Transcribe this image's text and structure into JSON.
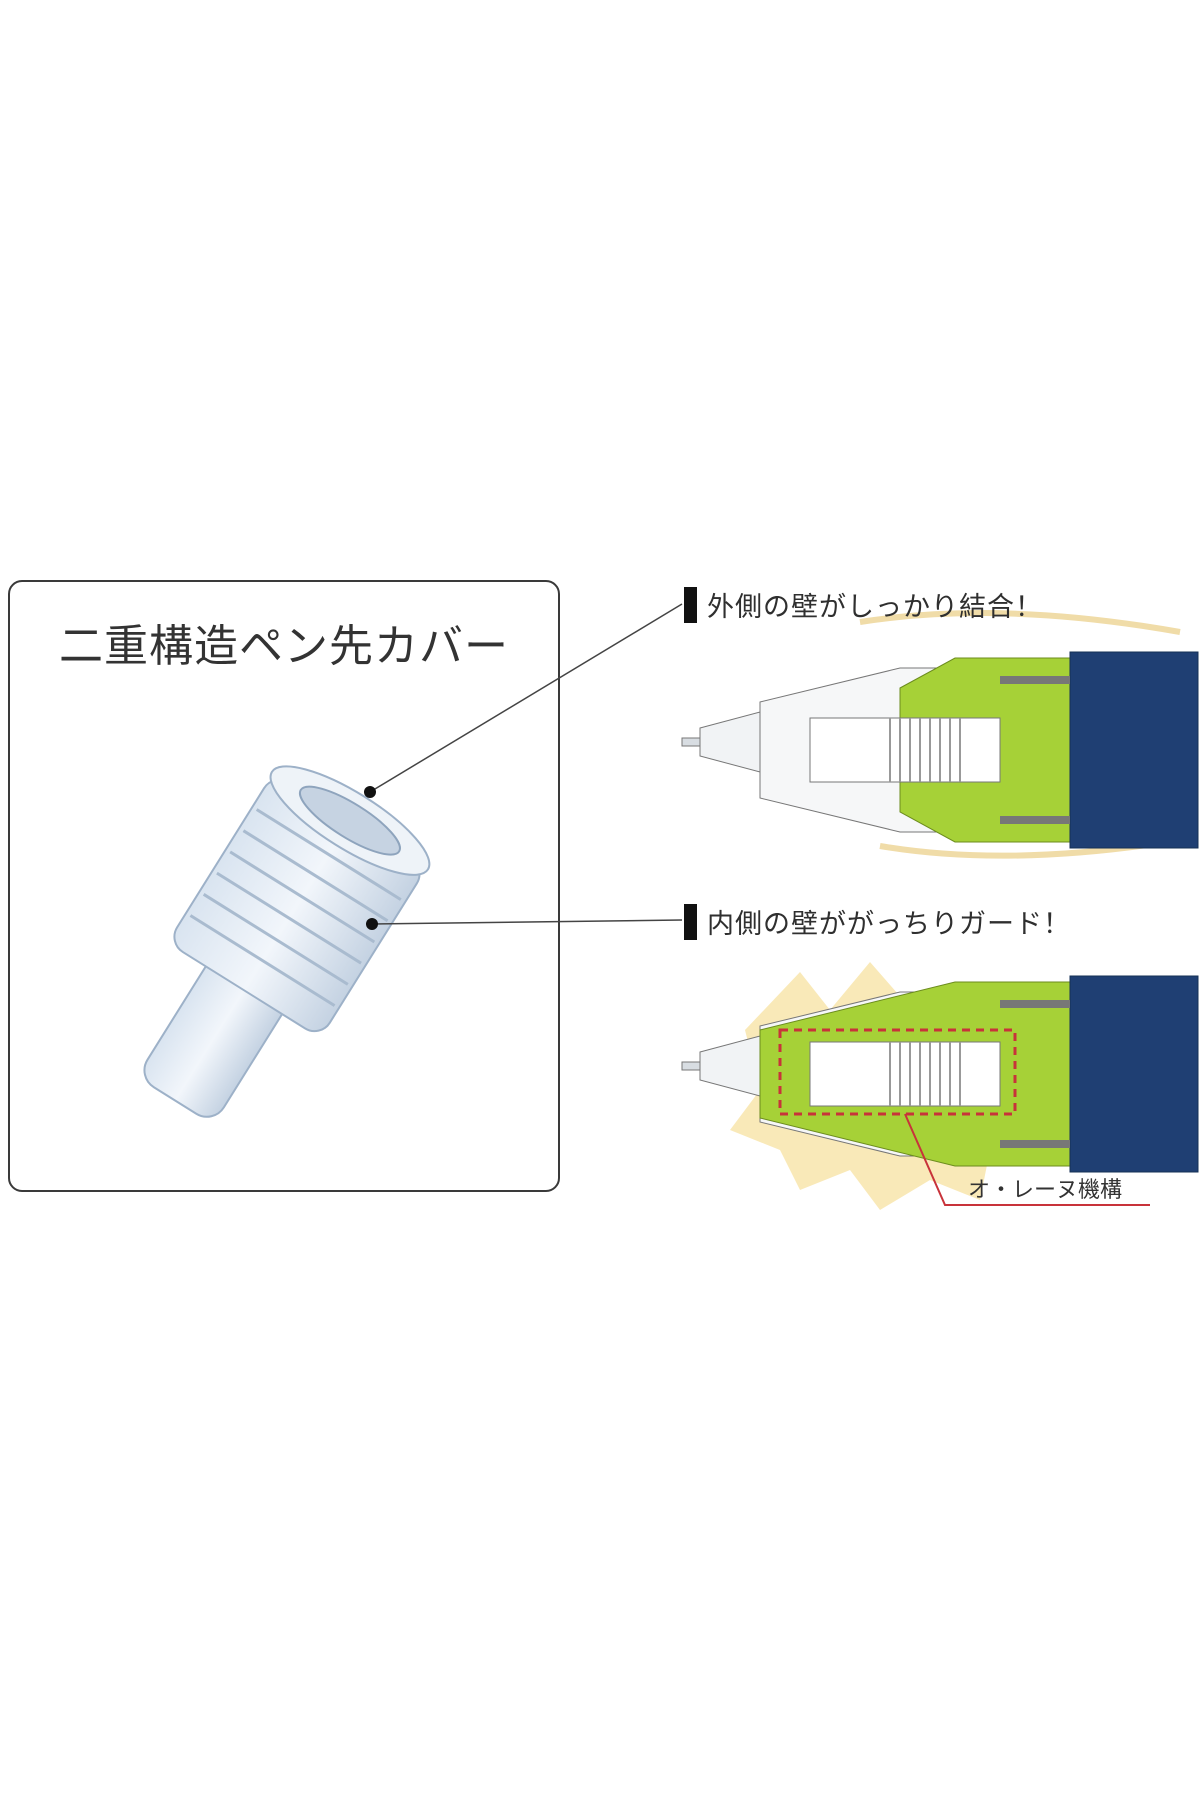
{
  "panel": {
    "title": "二重構造ペン先カバー"
  },
  "callouts": {
    "outer_wall": "外側の壁がしっかり結合！",
    "inner_wall": "内側の壁ががっちりガード！",
    "mechanism": "オ・レーヌ機構"
  },
  "colors": {
    "green_shell": "#a6d137",
    "navy_barrel": "#1f3f73",
    "highlight_red": "#c8333a",
    "glow_yellow": "#f7e3a6",
    "panel_border": "#3a3a3a"
  },
  "icons": {
    "cap": "transparent-pen-tip-cover",
    "pen": "mechanical-pencil-cutaway"
  }
}
